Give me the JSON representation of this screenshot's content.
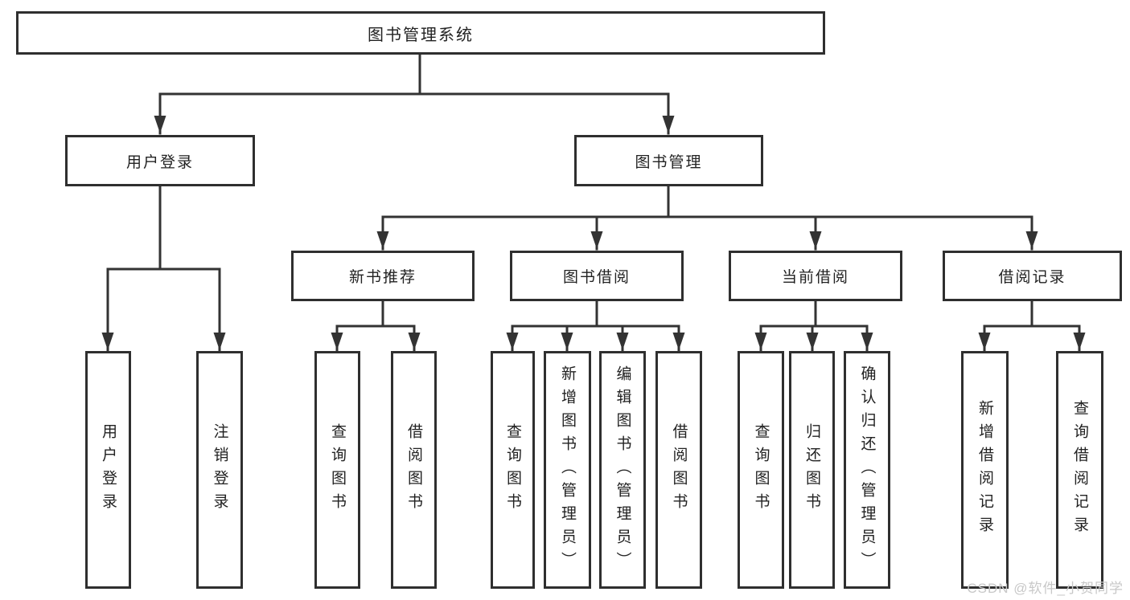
{
  "diagram": {
    "type": "hierarchy-tree",
    "colors": {
      "line": "#333333",
      "box_border": "#2f2f2f",
      "box_fill": "#ffffff",
      "text": "#222222",
      "background": "#ffffff"
    },
    "tree": {
      "label": "图书管理系统",
      "children": [
        {
          "label": "用户登录",
          "children": [
            {
              "label": "用户登录"
            },
            {
              "label": "注销登录"
            }
          ]
        },
        {
          "label": "图书管理",
          "children": [
            {
              "label": "新书推荐",
              "children": [
                {
                  "label": "查询图书"
                },
                {
                  "label": "借阅图书"
                }
              ]
            },
            {
              "label": "图书借阅",
              "children": [
                {
                  "label": "查询图书"
                },
                {
                  "label": "新增图书（管理员）"
                },
                {
                  "label": "编辑图书（管理员）"
                },
                {
                  "label": "借阅图书"
                }
              ]
            },
            {
              "label": "当前借阅",
              "children": [
                {
                  "label": "查询图书"
                },
                {
                  "label": "归还图书"
                },
                {
                  "label": "确认归还（管理员）"
                }
              ]
            },
            {
              "label": "借阅记录",
              "children": [
                {
                  "label": "新增借阅记录"
                },
                {
                  "label": "查询借阅记录"
                }
              ]
            }
          ]
        }
      ]
    }
  },
  "watermark": {
    "text": "CSDN @软件_小贺同学",
    "color": "#c8c8c8"
  }
}
